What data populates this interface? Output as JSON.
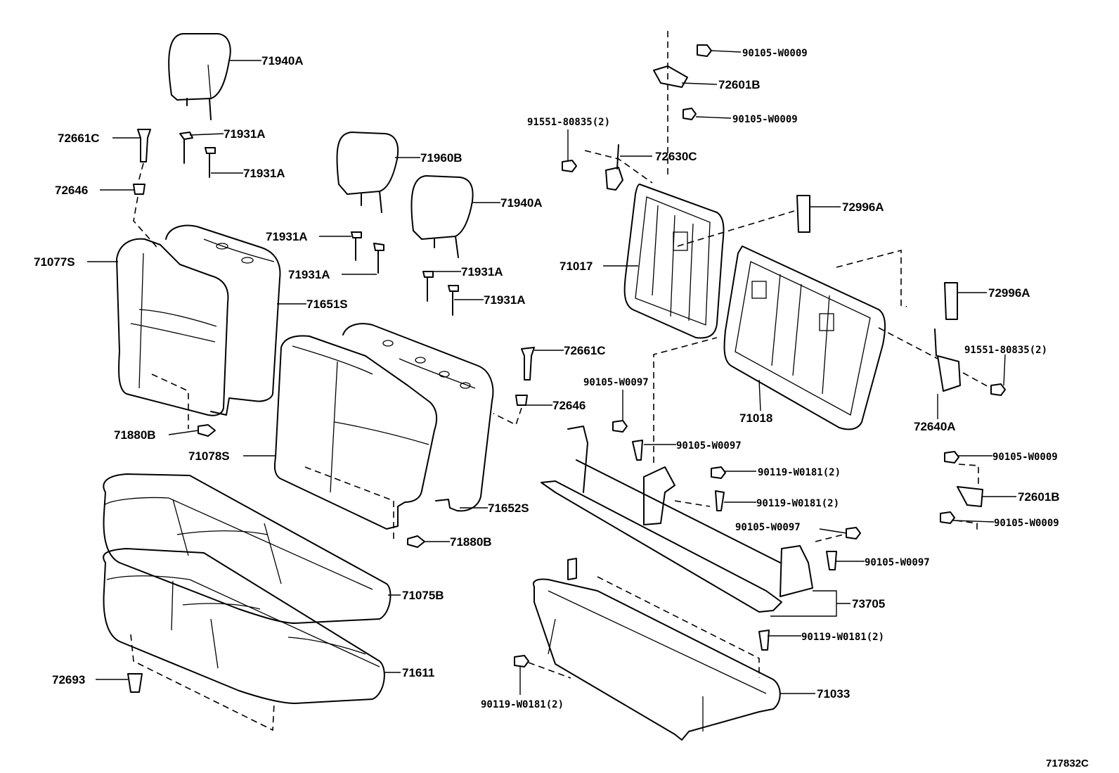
{
  "labels": {
    "l_71940A_1": "71940A",
    "l_72661C_1": "72661C",
    "l_71931A_1": "71931A",
    "l_71931A_2": "71931A",
    "l_72646_1": "72646",
    "l_71960B": "71960B",
    "l_71940A_2": "71940A",
    "l_71931A_3": "71931A",
    "l_71931A_4": "71931A",
    "l_71931A_5": "71931A",
    "l_71931A_6": "71931A",
    "l_71077S": "71077S",
    "l_71651S": "71651S",
    "l_72661C_2": "72661C",
    "l_72646_2": "72646",
    "l_71880B_1": "71880B",
    "l_71078S": "71078S",
    "l_71652S": "71652S",
    "l_71880B_2": "71880B",
    "l_71075B": "71075B",
    "l_72693": "72693",
    "l_71611": "71611",
    "l_90105W0009_1": "90105-W0009",
    "l_72601B_1": "72601B",
    "l_90105W0009_2": "90105-W0009",
    "l_91551_1": "91551-80835(2)",
    "l_72630C": "72630C",
    "l_72996A_1": "72996A",
    "l_71017": "71017",
    "l_72996A_2": "72996A",
    "l_91551_2": "91551-80835(2)",
    "l_90105W0097_1": "90105-W0097",
    "l_71018": "71018",
    "l_72640A": "72640A",
    "l_90105W0097_2": "90105-W0097",
    "l_90119W0181_1": "90119-W0181(2)",
    "l_90119W0181_2": "90119-W0181(2)",
    "l_90105W0097_3": "90105-W0097",
    "l_90105W0009_3": "90105-W0009",
    "l_72601B_2": "72601B",
    "l_90105W0009_4": "90105-W0009",
    "l_90105W0097_4": "90105-W0097",
    "l_73705": "73705",
    "l_90119W0181_3": "90119-W0181(2)",
    "l_71033": "71033",
    "l_90119W0181_4": "90119-W0181(2)"
  },
  "reference_code": "717832C"
}
